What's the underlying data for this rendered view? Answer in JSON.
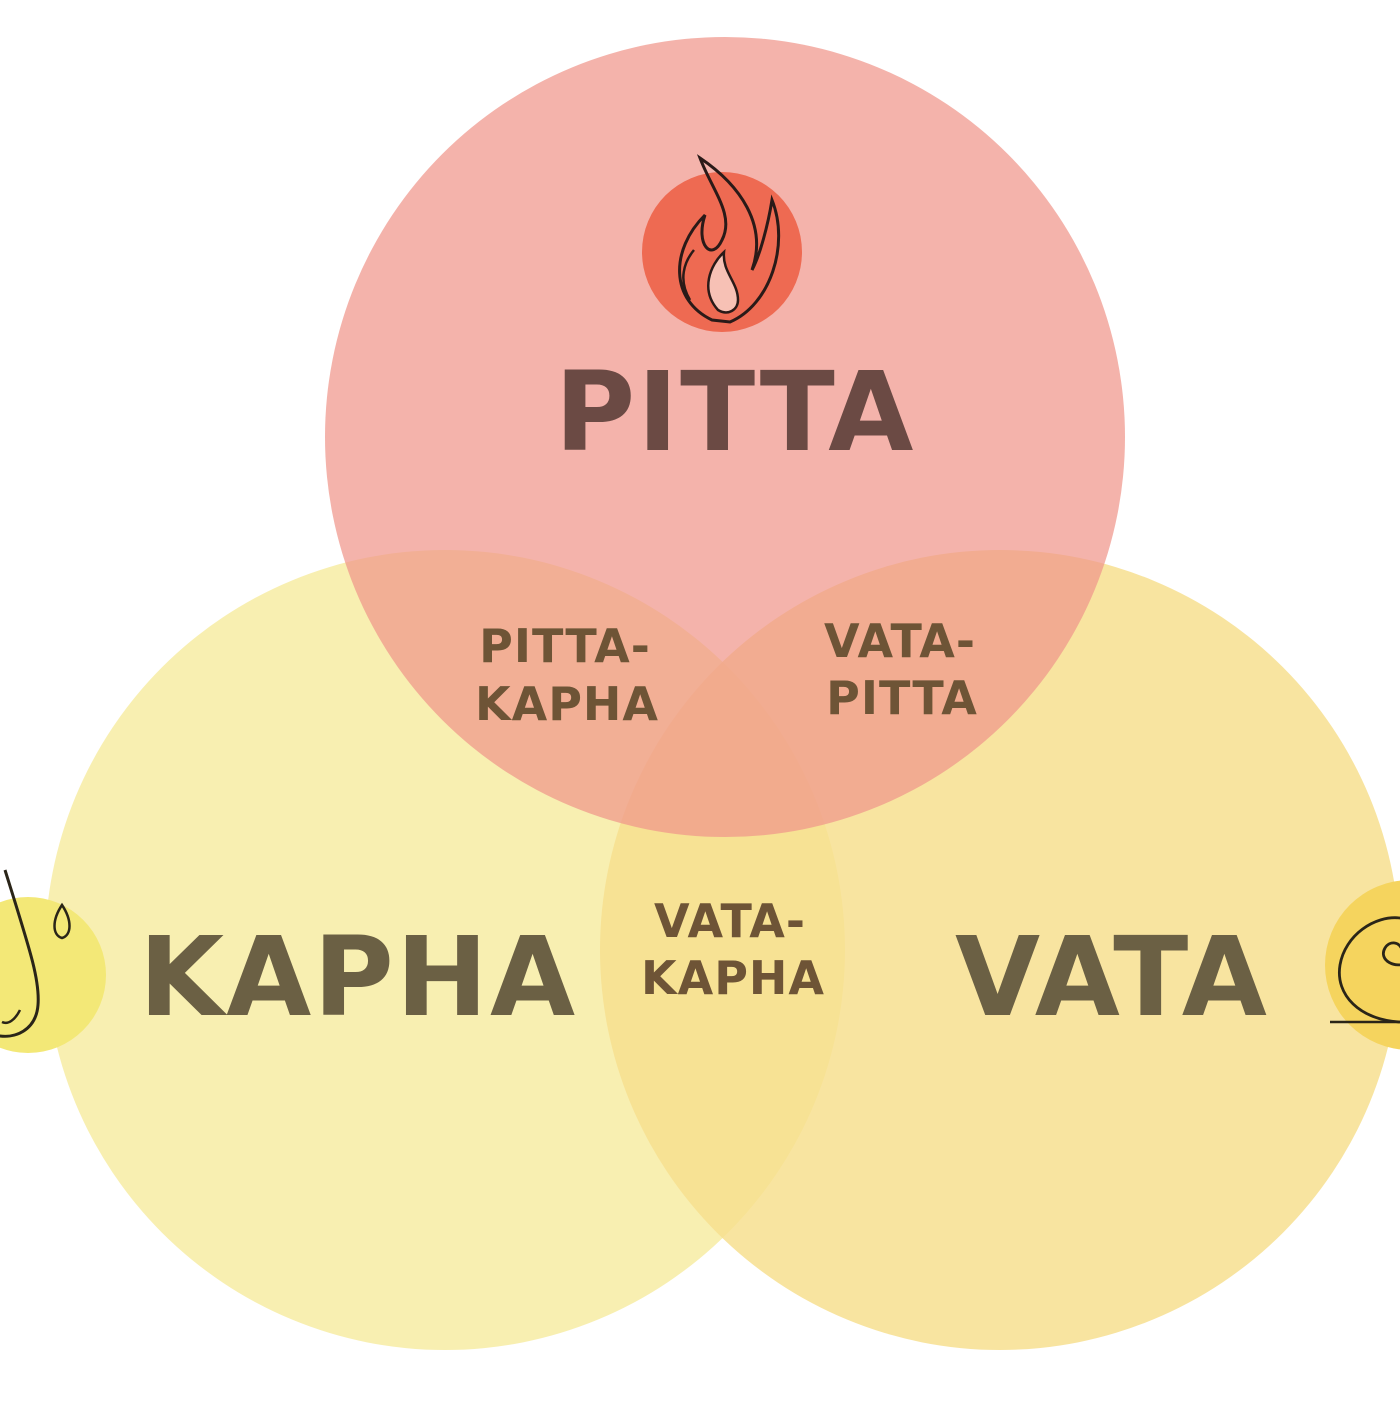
{
  "diagram": {
    "type": "venn",
    "sets": [
      {
        "id": "pitta",
        "label": "PITTA",
        "icon": "fire-icon",
        "color": "#f3aaa3"
      },
      {
        "id": "kapha",
        "label": "KAPHA",
        "icon": "water-drop-icon",
        "color": "#f7eca3"
      },
      {
        "id": "vata",
        "label": "VATA",
        "icon": "spiral-wind-icon",
        "color": "#f7df8f"
      }
    ],
    "overlaps": [
      {
        "id": "pitta-kapha",
        "line1": "PITTA-",
        "line2": "KAPHA"
      },
      {
        "id": "vata-pitta",
        "line1": "VATA-",
        "line2": "PITTA"
      },
      {
        "id": "vata-kapha",
        "line1": "VATA-",
        "line2": "KAPHA"
      }
    ],
    "colors": {
      "text_pitta": "#6b4a44",
      "text_other": "#6b6044",
      "overlap_text": "#6e5436",
      "fire_badge": "#ee6a52",
      "kapha_badge": "#f3e877",
      "vata_badge": "#f5d45e"
    }
  }
}
